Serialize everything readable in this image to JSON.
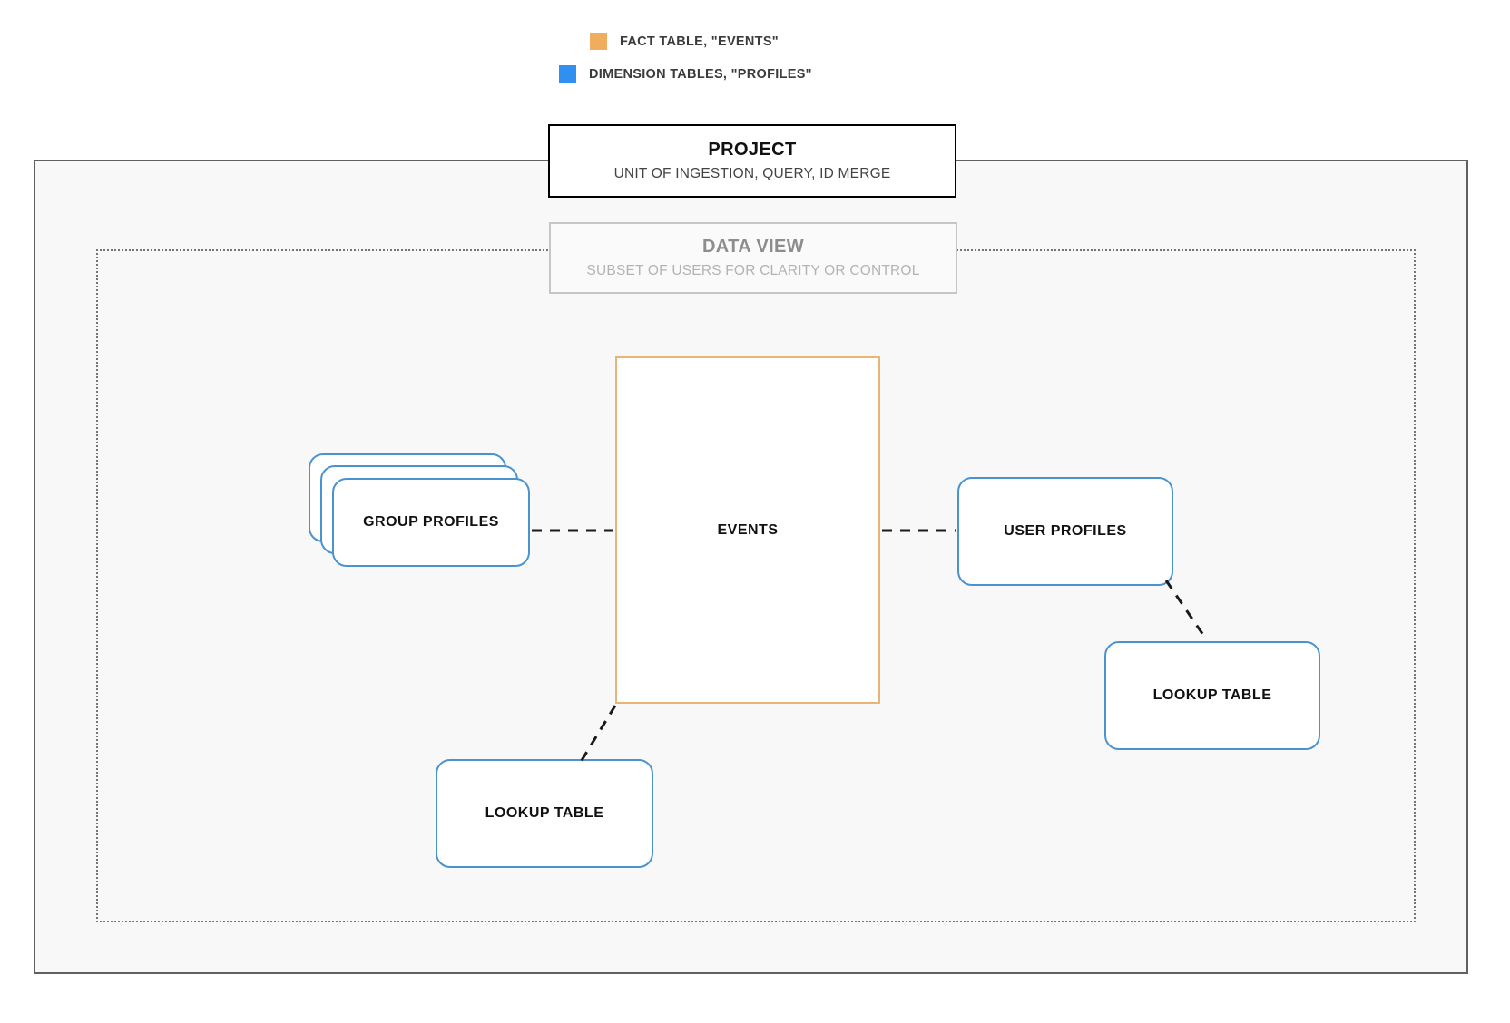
{
  "legend": {
    "items": [
      {
        "label": "FACT TABLE, \"EVENTS\"",
        "color": "#f0ad5e",
        "swatch_name": "fact-table-swatch"
      },
      {
        "label": "DIMENSION TABLES, \"PROFILES\"",
        "color": "#2f90ef",
        "swatch_name": "dimension-tables-swatch"
      }
    ]
  },
  "project": {
    "title": "PROJECT",
    "subtitle": "UNIT OF INGESTION, QUERY, ID MERGE",
    "border_color": "#000000"
  },
  "data_view": {
    "title": "DATA VIEW",
    "subtitle": "SUBSET OF USERS FOR CLARITY OR CONTROL",
    "border_color": "#c6c6c6",
    "text_color": "#8d8d8d"
  },
  "nodes": {
    "events": {
      "label": "EVENTS",
      "type": "fact-table",
      "border_color": "#e8b577"
    },
    "group_profiles": {
      "label": "GROUP PROFILES",
      "type": "dimension-table-stack",
      "border_color": "#4a93d1",
      "stack_count": 3
    },
    "user_profiles": {
      "label": "USER PROFILES",
      "type": "dimension-table",
      "border_color": "#4a93d1"
    },
    "lookup_table_left": {
      "label": "LOOKUP TABLE",
      "type": "dimension-table",
      "border_color": "#4a93d1"
    },
    "lookup_table_right": {
      "label": "LOOKUP TABLE",
      "type": "dimension-table",
      "border_color": "#4a93d1"
    }
  },
  "connectors": [
    {
      "name": "group-profiles-to-events",
      "style": "dashed"
    },
    {
      "name": "events-to-user-profiles",
      "style": "dashed"
    },
    {
      "name": "events-to-lookup-table-left",
      "style": "dashed"
    },
    {
      "name": "user-profiles-to-lookup-table-right",
      "style": "dashed"
    }
  ]
}
